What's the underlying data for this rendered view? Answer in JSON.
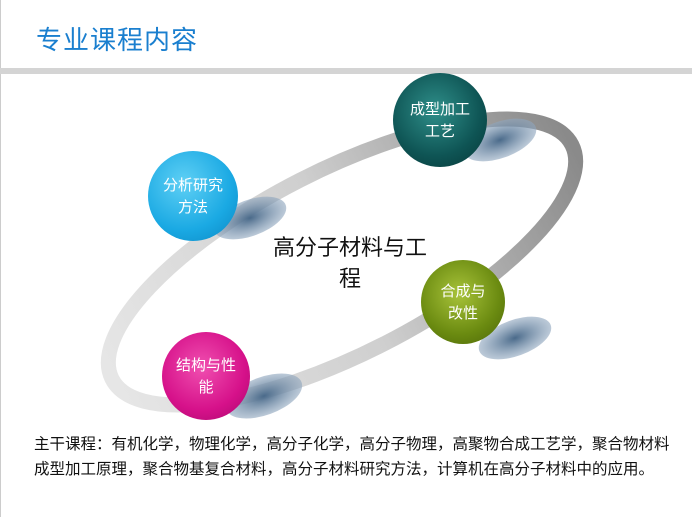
{
  "header": {
    "title": "专业课程内容"
  },
  "diagram": {
    "center_label": "高分子材料与工程",
    "nodes": [
      {
        "label": "分析研究方法",
        "color": "#1aa9e3"
      },
      {
        "label": "成型加工工艺",
        "color": "#0e5454"
      },
      {
        "label": "合成与改性",
        "color": "#6a8a10"
      },
      {
        "label": "结构与性能",
        "color": "#d6118a"
      }
    ]
  },
  "body": {
    "text": "主干课程：有机化学，物理化学，高分子化学，高分子物理，高聚物合成工艺学，聚合物材料成型加工原理，聚合物基复合材料，高分子材料研究方法，计算机在高分子材料中的应用。"
  }
}
